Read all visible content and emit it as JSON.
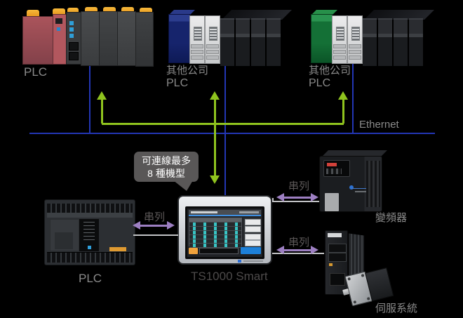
{
  "colors": {
    "background": "#000000",
    "ethernet_line": "#2336b4",
    "green_arrow": "#8fc31e",
    "serial_arrow": "#9d7fc2",
    "device_label_gray": "#8a8a8a",
    "callout_background": "#595757",
    "callout_text": "#ffffff"
  },
  "network": {
    "ethernet_label": "Ethernet"
  },
  "callout": {
    "line1": "可連線最多",
    "line2": "8 種機型"
  },
  "devices": {
    "plc_modular": {
      "label": "PLC"
    },
    "third_party_plc_blue": {
      "name_line1": "其他公司",
      "name_line2": "PLC"
    },
    "third_party_plc_green": {
      "name_line1": "其他公司",
      "name_line2": "PLC"
    },
    "plc_compact": {
      "label": "PLC"
    },
    "hmi": {
      "label": "TS1000 Smart"
    },
    "inverter": {
      "label": "變頻器"
    },
    "servo": {
      "label": "伺服系統"
    }
  },
  "connections": {
    "serial_left_label": "串列",
    "serial_inverter_label": "串列",
    "serial_servo_label": "串列"
  }
}
